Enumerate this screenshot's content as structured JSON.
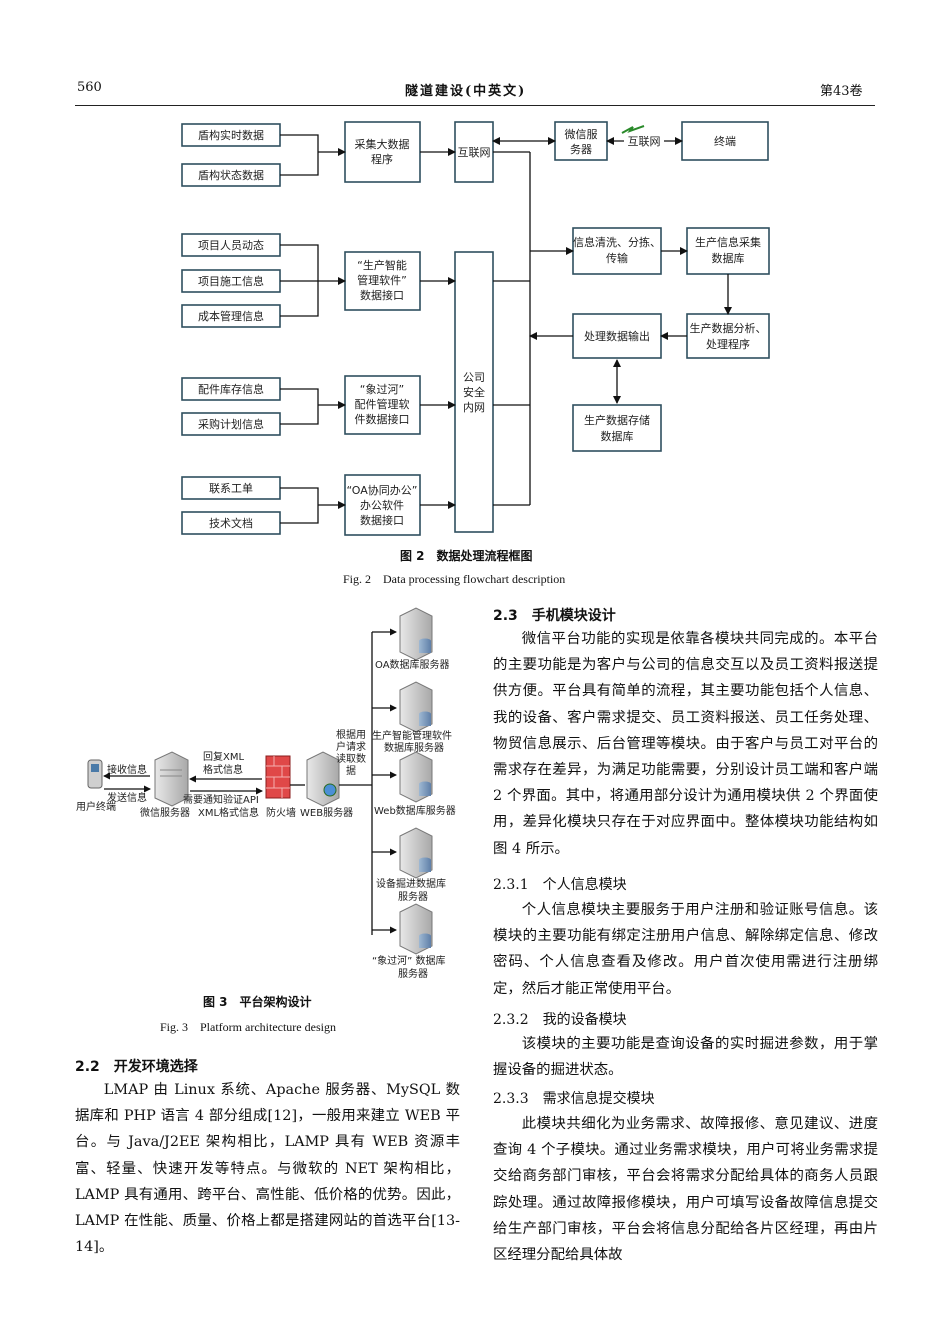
{
  "header": {
    "page_number": "560",
    "journal": "隧道建设(中英文)",
    "volume": "第43卷"
  },
  "fig2": {
    "boxes": {
      "shield_realtime": "盾构实时数据",
      "shield_status": "盾构状态数据",
      "collect_big_data": [
        "采集大数据",
        "程序"
      ],
      "internet": "互联网",
      "wechat_server": [
        "微信服",
        "务器"
      ],
      "internet_link": "互联网",
      "terminal": "终端",
      "project_staff": "项目人员动态",
      "project_construction": "项目施工信息",
      "cost_mgmt": "成本管理信息",
      "smart_prod_iface": [
        "“生产智能",
        "管理软件”",
        "数据接口"
      ],
      "info_clean": [
        "信息清洗、分拣、",
        "传输"
      ],
      "prod_collect_db": [
        "生产信息采集",
        "数据库"
      ],
      "company_intranet": [
        "公司",
        "安全",
        "内网"
      ],
      "process_output": "处理数据输出",
      "prod_analysis": [
        "生产数据分析、",
        "处理程序"
      ],
      "parts_stock": "配件库存信息",
      "purchase_plan": "采购计划信息",
      "xianguohe_iface": [
        "“象过河”",
        "配件管理软",
        "件数据接口"
      ],
      "prod_storage_db": [
        "生产数据存储",
        "数据库"
      ],
      "contact_ticket": "联系工单",
      "tech_doc": "技术文档",
      "oa_iface": [
        "“OA协同办公”",
        "办公软件",
        "数据接口"
      ]
    },
    "caption_zh": "图 2　数据处理流程框图",
    "caption_en": "Fig. 2　Data processing flowchart description"
  },
  "fig3": {
    "labels": {
      "user_terminal": "用户终端",
      "receive_info": "接收信息",
      "send_info": "发送信息",
      "wechat_server": "微信服务器",
      "reply_xml": [
        "回复XML",
        "格式信息"
      ],
      "notify_api": [
        "需要通知验证API",
        "XML格式信息"
      ],
      "firewall": "防火墙",
      "web_server": "WEB服务器",
      "request_read": [
        "根据用",
        "户请求",
        "读取数",
        "据"
      ],
      "oa_db": "OA数据库服务器",
      "smart_db": [
        "生产智能管理软件",
        "数据库服务器"
      ],
      "web_db": "Web数据库服务器",
      "equip_db": [
        "设备掘进数据库",
        "服务器"
      ],
      "xgh_db": [
        "“象过河” 数据库",
        "服务器"
      ]
    },
    "caption_zh": "图 3　平台架构设计",
    "caption_en": "Fig. 3　Platform architecture design"
  },
  "sections": {
    "s22_title": "2.2　开发环境选择",
    "s22_body": "LMAP 由 Linux 系统、Apache 服务器、MySQL 数据库和 PHP 语言 4 部分组成[12]，一般用来建立 WEB 平台。与 Java/J2EE 架构相比，LAMP 具有 WEB 资源丰富、轻量、快速开发等特点。与微软的 NET 架构相比，LAMP 具有通用、跨平台、高性能、低价格的优势。因此，LAMP 在性能、质量、价格上都是搭建网站的首选平台[13-14]。",
    "s23_title": "2.3　手机模块设计",
    "s23_body": "微信平台功能的实现是依靠各模块共同完成的。本平台的主要功能是为客户与公司的信息交互以及员工资料报送提供方便。平台具有简单的流程，其主要功能包括个人信息、我的设备、客户需求提交、员工资料报送、员工任务处理、物贸信息展示、后台管理等模块。由于客户与员工对平台的需求存在差异，为满足功能需要，分别设计员工端和客户端 2 个界面。其中，将通用部分设计为通用模块供 2 个界面使用，差异化模块只存在于对应界面中。整体模块功能结构如图 4 所示。",
    "s231_title": "2.3.1　个人信息模块",
    "s231_body": "个人信息模块主要服务于用户注册和验证账号信息。该模块的主要功能有绑定注册用户信息、解除绑定信息、修改密码、个人信息查看及修改。用户首次使用需进行注册绑定，然后才能正常使用平台。",
    "s232_title": "2.3.2　我的设备模块",
    "s232_body": "该模块的主要功能是查询设备的实时掘进参数，用于掌握设备的掘进状态。",
    "s233_title": "2.3.3　需求信息提交模块",
    "s233_body": "此模块共细化为业务需求、故障报修、意见建议、进度查询 4 个子模块。通过业务需求模块，用户可将业务需求提交给商务部门审核，平台会将需求分配给具体的商务人员跟踪处理。通过故障报修模块，用户可填写设备故障信息提交给生产部门审核，平台会将信息分配给各片区经理，再由片区经理分配给具体故"
  }
}
